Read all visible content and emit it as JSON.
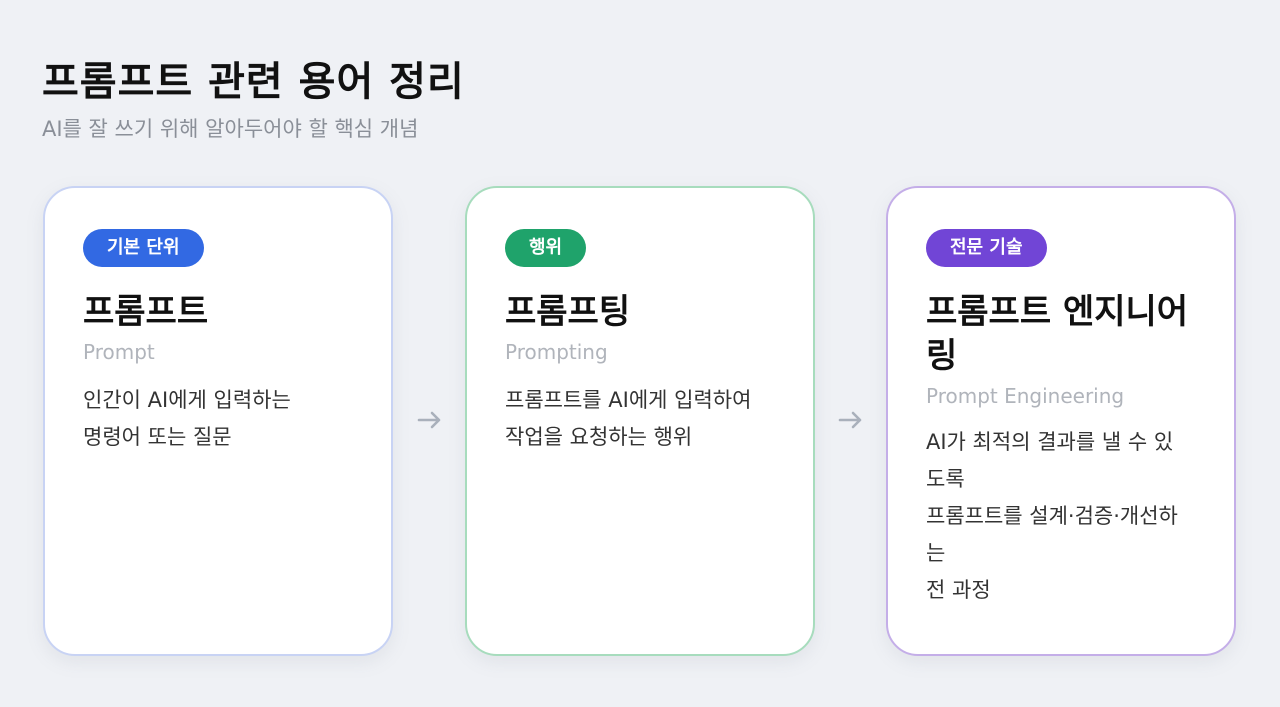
{
  "header": {
    "title": "프롬프트 관련 용어 정리",
    "subtitle": "AI를 잘 쓰기 위해 알아두어야 할 핵심 개념"
  },
  "cards": [
    {
      "badge": "기본 단위",
      "badge_color": "#3269e3",
      "title": "프롬프트",
      "english": "Prompt",
      "description_lines": [
        "인간이 AI에게 입력하는",
        "명령어 또는 질문"
      ]
    },
    {
      "badge": "행위",
      "badge_color": "#1fa36b",
      "title": "프롬프팅",
      "english": "Prompting",
      "description_lines": [
        "프롬프트를 AI에게 입력하여",
        "작업을 요청하는 행위"
      ]
    },
    {
      "badge": "전문 기술",
      "badge_color": "#7145d6",
      "title": "프롬프트 엔지니어링",
      "english": "Prompt Engineering",
      "description_lines": [
        "AI가 최적의 결과를 낼 수 있",
        "도록",
        "프롬프트를 설계·검증·개선하",
        "는",
        "전 과정"
      ]
    }
  ],
  "arrows": [
    {
      "icon": "arrow-right-icon"
    },
    {
      "icon": "arrow-right-icon"
    }
  ],
  "colors": {
    "background": "#eff1f5",
    "card_border_blue": "#c8d3f4",
    "card_border_green": "#a7dcbd",
    "card_border_purple": "#c4aee8",
    "arrow": "#a9b0bb"
  }
}
